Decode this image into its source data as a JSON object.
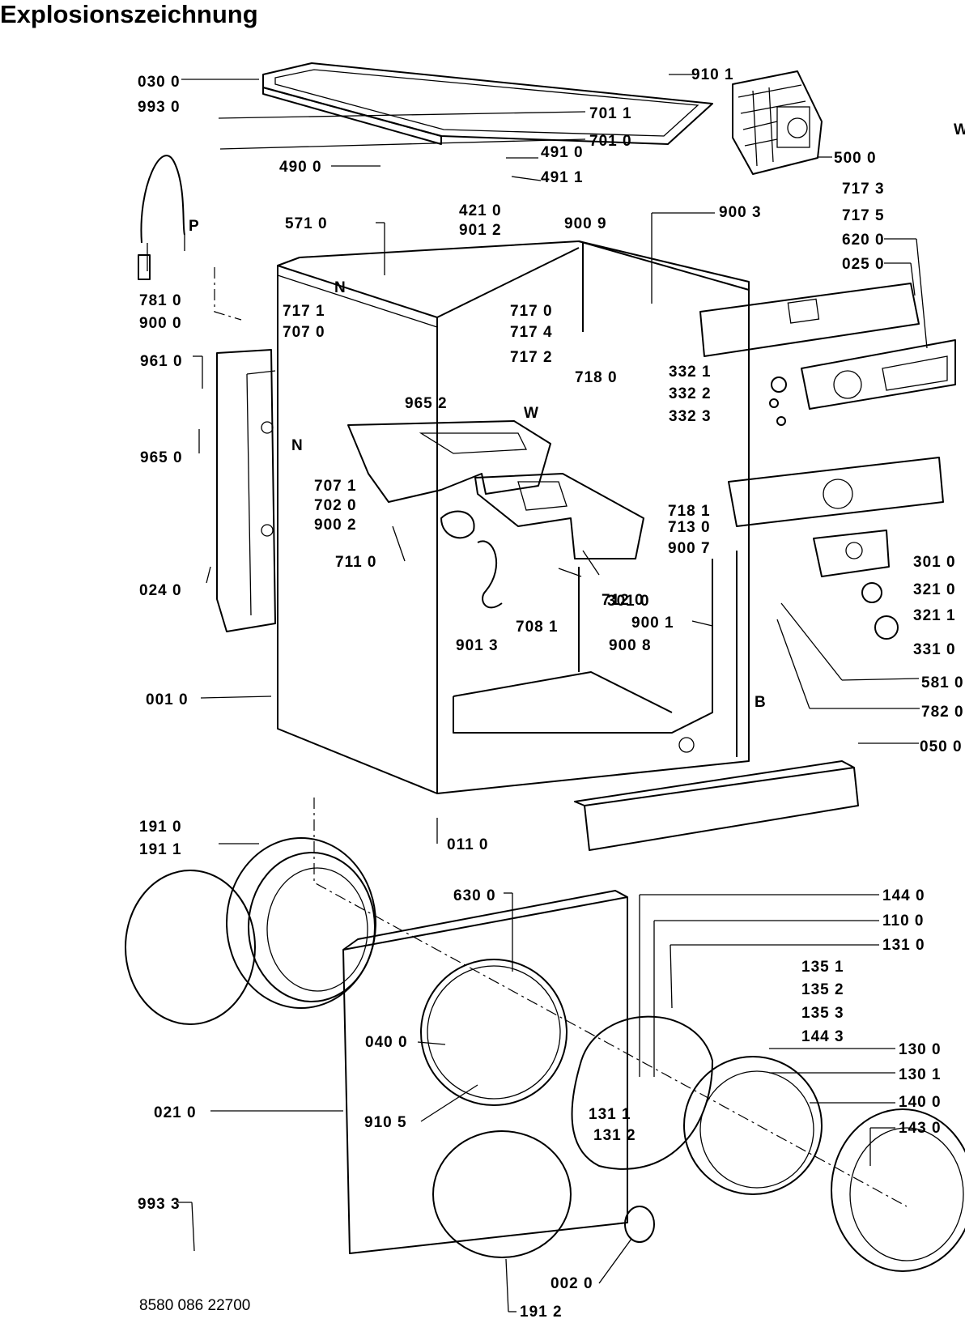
{
  "title": "Explosionszeichnung",
  "document_number": "8580 086 22700",
  "part_labels": [
    "030 0",
    "993 0",
    "701 1",
    "701 0",
    "490 0",
    "491 0",
    "491 1",
    "910 1",
    "500 0",
    "W",
    "717 3",
    "717 5",
    "620 0",
    "025 0",
    "421 0",
    "901 2",
    "900 9",
    "900 3",
    "571 0",
    "N",
    "781 0",
    "900 0",
    "P",
    "717 1",
    "707 0",
    "717 0",
    "717 4",
    "717 2",
    "718 0",
    "W",
    "961 0",
    "965 2",
    "332 1",
    "332 2",
    "332 3",
    "965 0",
    "N",
    "707 1",
    "702 0",
    "900 2",
    "718 1",
    "713 0",
    "900 7",
    "711 0",
    "301 0",
    "321 0",
    "321 1",
    "712 0",
    "708 1",
    "301 0",
    "900 1",
    "024 0",
    "901 3",
    "900 8",
    "331 0",
    "581 0",
    "001 0",
    "B",
    "782 0",
    "050 0",
    "191 0",
    "191 1",
    "011 0",
    "630 0",
    "144 0",
    "110 0",
    "131 0",
    "135 1",
    "135 2",
    "135 3",
    "144 3",
    "040 0",
    "130 0",
    "130 1",
    "021 0",
    "910 5",
    "131 1",
    "140 0",
    "131 2",
    "143 0",
    "993 3",
    "002 0",
    "191 2"
  ]
}
